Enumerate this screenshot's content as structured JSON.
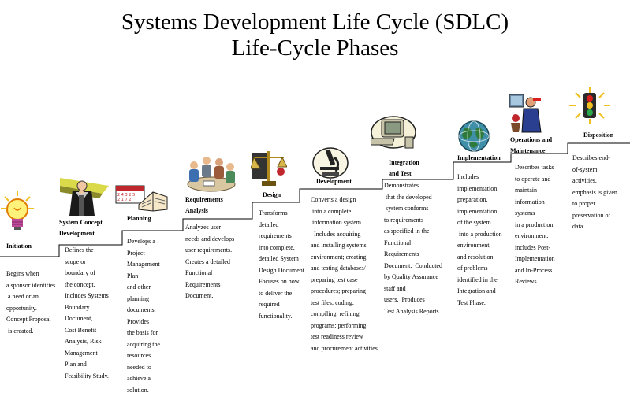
{
  "title": {
    "line1": "Systems Development Life Cycle (SDLC)",
    "line2": "Life-Cycle Phases"
  },
  "phases": [
    {
      "name": "Initiation",
      "icon": "lightbulb-icon",
      "description": "Begins when\na sponsor identifies\n a need or an\nopportunity.\nConcept Proposal\n is created."
    },
    {
      "name": "System Concept\nDevelopment",
      "icon": "thinking-person-icon",
      "description": "Defines the\nscope or\nboundary of\nthe concept.\nIncludes Systems\nBoundary\nDocument,\nCost Benefit\nAnalysis, Risk\nManagement\nPlan and\nFeasibility Study."
    },
    {
      "name": "Planning",
      "icon": "calendar-book-icon",
      "description": "Develops a\nProject\nManagement\nPlan\nand other\nplanning\ndocuments.\nProvides\nthe basis for\nacquiring the\nresources\nneeded to\nachieve a\nsolution."
    },
    {
      "name": "Requirements\nAnalysis",
      "icon": "team-meeting-icon",
      "description": "Analyzes user\nneeds and develops\nuser requirements.\nCreates a detailed\nFunctional\nRequirements\nDocument."
    },
    {
      "name": "Design",
      "icon": "scales-icon",
      "description": "Transforms\ndetailed\nrequirements\ninto complete,\ndetailed System\nDesign Document.\nFocuses on how\nto deliver the\nrequired\nfunctionality."
    },
    {
      "name": "Development",
      "icon": "microscope-icon",
      "description": "Converts a design\n into a complete\n information system.\n  Includes acquiring\nand installing systems\nenvironment; creating\nand testing databases/\npreparing test case\nprocedures; preparing\ntest files; coding,\ncompiling, refining\nprograms; performing\ntest readiness review\nand procurement activities."
    },
    {
      "name": "Integration\nand Test",
      "icon": "computer-icon",
      "description": "Demonstrates\n that the developed\n system conforms\nto requirements\nas specified in the\nFunctional\nRequirements\nDocument.  Conducted\nby Quality Assurance\nstaff and\nusers.  Produces\nTest Analysis Reports."
    },
    {
      "name": "Implementation",
      "icon": "globe-icon",
      "description": "Includes\nimplementation\npreparation,\nimplementation\nof the system\n into a production\nenvironment,\nand resolution\nof problems\nidentified in the\nIntegration and\nTest Phase."
    },
    {
      "name": "Operations and\nMaintenance",
      "icon": "operator-icon",
      "description": "Describes tasks\nto operate and\nmaintain\ninformation\nsystems\nin a production\nenvironment.\nincludes Post-\nImplementation\nand In-Process\nReviews."
    },
    {
      "name": "Disposition",
      "icon": "traffic-light-icon",
      "description": "Describes end-\nof-system\nactivities.\nemphasis is given\nto proper\npreservation of\ndata."
    }
  ]
}
